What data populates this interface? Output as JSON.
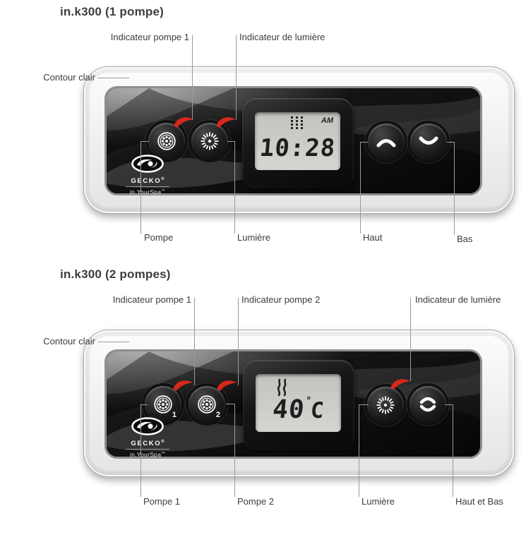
{
  "colors": {
    "indicator_red": "#d7281d",
    "lcd_screen": "#cdcdc9",
    "label_gray": "#3c3c3c"
  },
  "brand": {
    "name": "GECKO",
    "reg": "®",
    "tagline": "in.YourSpa",
    "tm": "™"
  },
  "diagrams": [
    {
      "title": "in.k300 (1 pompe)",
      "callouts": {
        "pump1_indicator": "Indicateur pompe 1",
        "light_indicator": "Indicateur de lumière",
        "clear_rim": "Contour clair",
        "pump": "Pompe",
        "light": "Lumière",
        "up": "Haut",
        "down": "Bas"
      },
      "lcd": {
        "time": "10:28",
        "meridiem": "AM",
        "icon": "jets-dots"
      }
    },
    {
      "title": "in.k300 (2 pompes)",
      "callouts": {
        "pump1_indicator": "Indicateur pompe 1",
        "pump2_indicator": "Indicateur pompe 2",
        "light_indicator": "Indicateur de lumière",
        "clear_rim": "Contour clair",
        "pump1": "Pompe 1",
        "pump2": "Pompe 2",
        "light": "Lumière",
        "updown": "Haut et Bas"
      },
      "lcd": {
        "temp": "40",
        "degree": "°",
        "unit": "C",
        "icon": "steam"
      },
      "pump1_badge": "1",
      "pump2_badge": "2"
    }
  ]
}
